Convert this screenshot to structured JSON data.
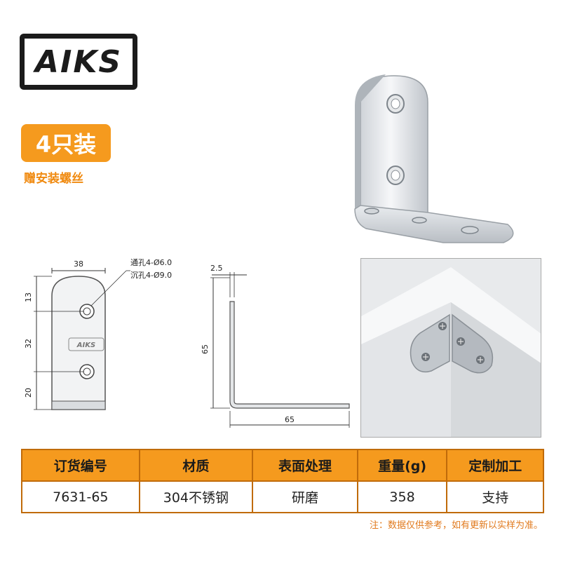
{
  "brand": {
    "logo_text": "AIKS"
  },
  "pack": {
    "badge": "4只装",
    "note": "赠安装螺丝"
  },
  "drawing": {
    "front": {
      "width_dim": "38",
      "dim_top": "13",
      "dim_mid": "32",
      "dim_bottom": "20",
      "hole_note_1": "通孔4-Ø6.0",
      "hole_note_2": "沉孔4-Ø9.0",
      "plate_logo": "AIKS"
    },
    "side": {
      "thickness_dim": "2.5",
      "height_dim": "65",
      "length_dim": "65"
    }
  },
  "table": {
    "headers": [
      "订货编号",
      "材质",
      "表面处理",
      "重量(g)",
      "定制加工"
    ],
    "row": [
      "7631-65",
      "304不锈钢",
      "研磨",
      "358",
      "支持"
    ]
  },
  "disclaimer": "注：数据仅供参考，如有更新以实样为准。"
}
